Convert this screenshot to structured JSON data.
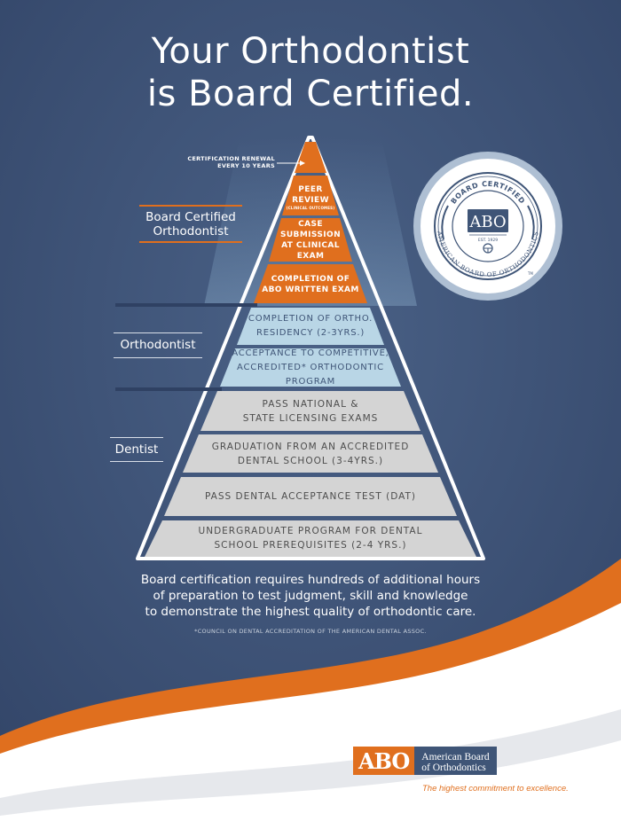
{
  "title": {
    "line1": "Your Orthodontist",
    "line2": "is Board Certified."
  },
  "renewal_note": {
    "line1": "CERTIFICATION RENEWAL",
    "line2": "EVERY 10 YEARS"
  },
  "levels": {
    "board_certified": {
      "line1": "Board Certified",
      "line2": "Orthodontist"
    },
    "orthodontist": "Orthodontist",
    "dentist": "Dentist"
  },
  "pyramid": {
    "board_certified": [
      {
        "line1": "PEER",
        "line2": "REVIEW",
        "sub": "(CLINICAL OUTCOMES)"
      },
      {
        "line1": "CASE SUBMISSION",
        "line2": "AT CLINICAL EXAM"
      },
      {
        "line1": "COMPLETION OF",
        "line2": "ABO WRITTEN EXAM"
      }
    ],
    "orthodontist": [
      {
        "line1": "COMPLETION OF ORTHO.",
        "line2": "RESIDENCY (2-3YRS.)"
      },
      {
        "line1": "ACCEPTANCE TO COMPETITIVE,",
        "line2": "ACCREDITED* ORTHODONTIC PROGRAM"
      }
    ],
    "dentist": [
      {
        "line1": "PASS NATIONAL &",
        "line2": "STATE LICENSING EXAMS"
      },
      {
        "line1": "GRADUATION FROM AN ACCREDITED",
        "line2": "DENTAL SCHOOL (3-4YRS.)"
      },
      {
        "line1": "PASS DENTAL ACCEPTANCE TEST (DAT)"
      },
      {
        "line1": "UNDERGRADUATE PROGRAM FOR DENTAL",
        "line2": "SCHOOL PREREQUISITES (2-4 YRS.)"
      }
    ]
  },
  "seal": {
    "top_text": "BOARD CERTIFIED",
    "bottom_text": "AMERICAN BOARD OF ORTHODONTICS",
    "mark": "ABO",
    "est": "EST. 1929",
    "tm": "TM"
  },
  "body": {
    "line1": "Board certification requires hundreds of additional hours",
    "line2": "of preparation to test judgment, skill and knowledge",
    "line3": "to demonstrate the highest quality of orthodontic care."
  },
  "footnote": "*COUNCIL ON DENTAL ACCREDITATION OF THE AMERICAN DENTAL ASSOC.",
  "logo": {
    "mark": "ABO",
    "name_line1": "American Board",
    "name_line2": "of Orthodontics",
    "tagline": "The highest commitment to excellence."
  },
  "colors": {
    "background": "#3f5577",
    "orange": "#e06f1e",
    "light_blue": "#b9d6e6",
    "grey": "#d4d4d4"
  }
}
